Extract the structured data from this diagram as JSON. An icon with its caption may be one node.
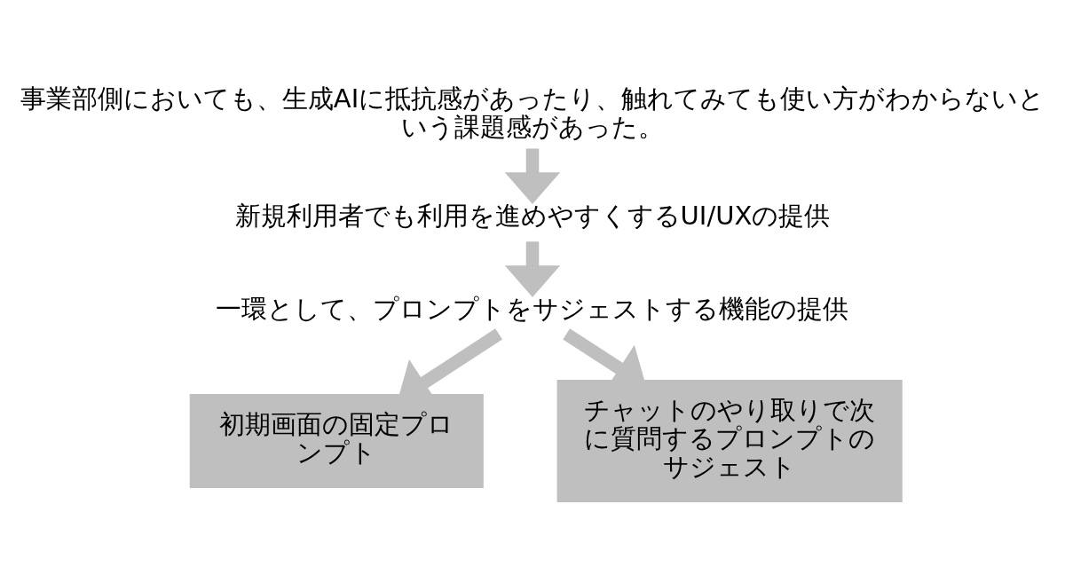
{
  "diagram": {
    "nodes": [
      {
        "text": [
          "事業部側においても、生成AIに抵抗感があったり、触れてみても使い方がわからないという課題感があった。"
        ]
      },
      {
        "text": [
          "新規利用者でも利用を進めやすくするUI/UXの提供"
        ]
      },
      {
        "text": [
          "一環として、プロンプトをサジェストする機能の提供"
        ]
      },
      {
        "text": [
          "初期画面の固定プロンプト"
        ]
      },
      {
        "text": [
          "チャットのやり取りで次に質問するプロンプトのサジェスト"
        ]
      }
    ],
    "edges": [
      {
        "from": 0,
        "to": 1,
        "arrow": "to"
      },
      {
        "from": 1,
        "to": 2,
        "arrow": "to"
      },
      {
        "from": 2,
        "to": 3,
        "arrow": "to"
      },
      {
        "from": 2,
        "to": 4,
        "arrow": "to"
      }
    ]
  }
}
